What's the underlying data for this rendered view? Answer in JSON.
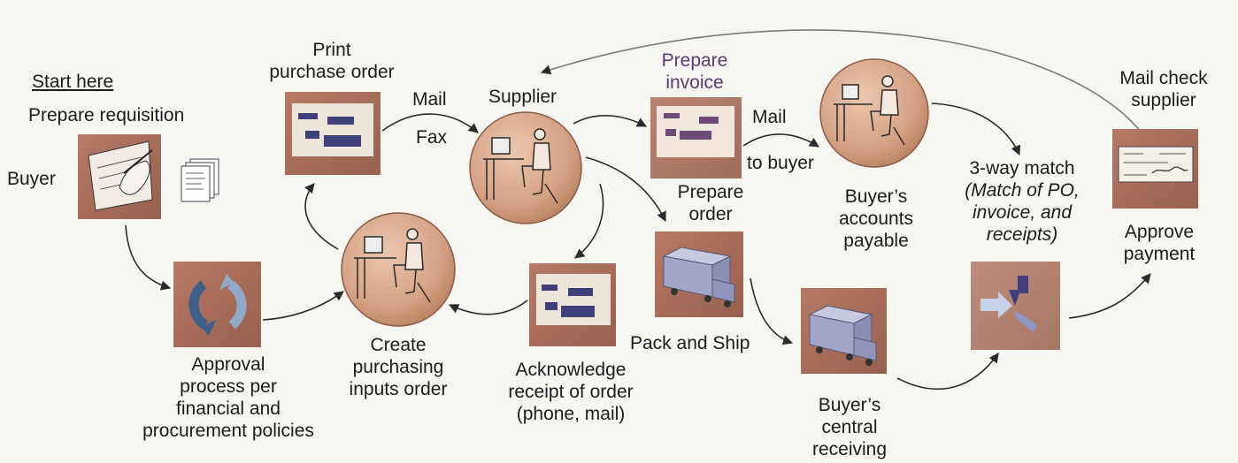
{
  "colors": {
    "square_fill": "#a76a57",
    "square_inner": "#e8d7cf",
    "circle_fill": "#d9aa8e",
    "arrow": "#2b2b2b",
    "form_bar": "#3f3f7a",
    "invoice_bar": "#6d4a7a",
    "truck": "#a4a6c8",
    "background": "#f7f6f2"
  },
  "icons": {
    "requisition": "hand-writing-icon",
    "documents": "document-stack-icon",
    "approval": "circular-arrows-icon",
    "purchase_order": "form-icon",
    "supplier": "person-at-computer-icon",
    "invoice": "invoice-form-icon",
    "accounts_payable": "person-at-computer-icon",
    "check": "check-icon",
    "acknowledge": "form-icon",
    "pack_ship": "truck-icon",
    "receiving": "truck-icon",
    "match": "three-arrows-converge-icon"
  },
  "labels": {
    "start_here": "Start here",
    "prepare_requisition": "Prepare requisition",
    "buyer": "Buyer",
    "approval": [
      "Approval",
      "process per",
      "financial and",
      "procurement policies"
    ],
    "print_po": [
      "Print",
      "purchase order"
    ],
    "mail": "Mail",
    "fax": "Fax",
    "supplier": "Supplier",
    "create_order": [
      "Create",
      "purchasing",
      "inputs order"
    ],
    "prepare_invoice": [
      "Prepare",
      "invoice"
    ],
    "mail_to_buyer": [
      "Mail",
      "to buyer"
    ],
    "prepare_order": [
      "Prepare",
      "order"
    ],
    "acknowledge": [
      "Acknowledge",
      "receipt of order",
      "(phone, mail)"
    ],
    "pack_ship": "Pack and Ship",
    "accounts_payable": [
      "Buyer’s",
      "accounts",
      "payable"
    ],
    "three_way_title": "3-way match",
    "three_way_detail": [
      "(Match of PO,",
      "invoice, and",
      "receipts)"
    ],
    "mail_check": [
      "Mail check",
      "supplier"
    ],
    "approve_payment": [
      "Approve",
      "payment"
    ],
    "central_receiving": [
      "Buyer’s",
      "central",
      "receiving"
    ]
  }
}
